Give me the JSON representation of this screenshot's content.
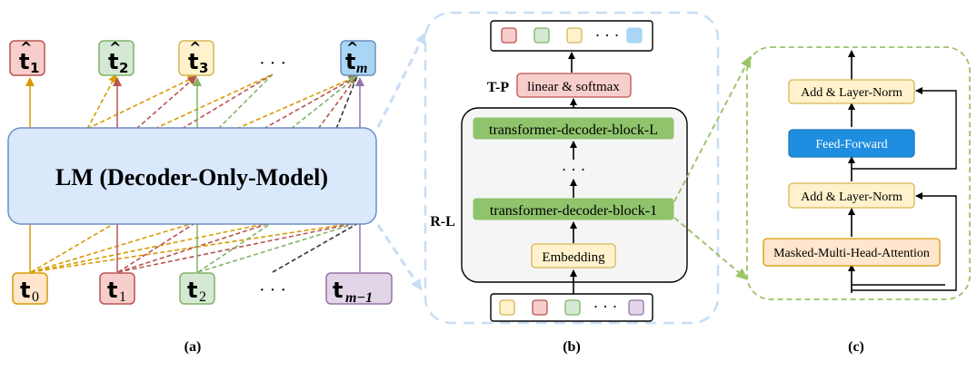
{
  "panel_a": {
    "caption": "(a)",
    "lm_label": "LM (Decoder-Only-Model)",
    "outputs": [
      {
        "base": "t",
        "hat": "^",
        "sub": "1",
        "fill": "#f8cecc",
        "stroke": "#b85450",
        "arrow": "#d79b00"
      },
      {
        "base": "t",
        "hat": "^",
        "sub": "2",
        "fill": "#d5e8d4",
        "stroke": "#82b366",
        "arrow": "#b85450"
      },
      {
        "base": "t",
        "hat": "^",
        "sub": "3",
        "fill": "#fff2cc",
        "stroke": "#d6b656",
        "arrow": "#82b366"
      },
      {
        "base": "t",
        "hat": "^",
        "sub": "m",
        "fill": "#a9d6f5",
        "stroke": "#6c8ebf",
        "arrow": "#9673a6"
      }
    ],
    "inputs": [
      {
        "base": "t",
        "sub": "0",
        "fill": "#ffe6cc",
        "stroke": "#d79b00",
        "line": "#d79b00"
      },
      {
        "base": "t",
        "sub": "1",
        "fill": "#f8cecc",
        "stroke": "#b85450",
        "line": "#b85450"
      },
      {
        "base": "t",
        "sub": "2",
        "fill": "#d5e8d4",
        "stroke": "#82b366",
        "line": "#82b366"
      },
      {
        "base": "t",
        "sub": "m−1",
        "fill": "#e1d5e7",
        "stroke": "#9673a6",
        "line": "#9673a6"
      }
    ],
    "ellipsis": "· · ·"
  },
  "panel_b": {
    "caption": "(b)",
    "tp_label": "T-P",
    "rl_label": "R-L",
    "softmax_label": "linear & softmax",
    "block_top": "transformer-decoder-block-L",
    "block_bottom": "transformer-decoder-block-1",
    "embedding": "Embedding",
    "vdots": "· · ·",
    "row_ellipsis": "· · ·",
    "top_row": [
      {
        "fill": "#f8cecc",
        "stroke": "#b85450"
      },
      {
        "fill": "#d5e8d4",
        "stroke": "#82b366"
      },
      {
        "fill": "#fff2cc",
        "stroke": "#d6b656"
      },
      {
        "fill": "#a9d6f5",
        "stroke": "#a9d6f5"
      }
    ],
    "bottom_row": [
      {
        "fill": "#fff2cc",
        "stroke": "#d6b656"
      },
      {
        "fill": "#f8cecc",
        "stroke": "#b85450"
      },
      {
        "fill": "#d5e8d4",
        "stroke": "#82b366"
      },
      {
        "fill": "#e1d5e7",
        "stroke": "#9673a6"
      }
    ]
  },
  "panel_c": {
    "caption": "(c)",
    "add_norm_top": "Add & Layer-Norm",
    "feed_forward": "Feed-Forward",
    "add_norm_bottom": "Add & Layer-Norm",
    "attention": "Masked-Multi-Head-Attention"
  },
  "colors": {
    "lm_fill": "#dae8fc",
    "lm_stroke": "#6c8ebf",
    "block_fill": "#8fc46c",
    "container_fill": "#f5f5f5",
    "ff_fill": "#1f8ee0",
    "yellow_fill": "#fff2cc",
    "yellow_stroke": "#d6b656",
    "orange_fill": "#ffe6cc",
    "orange_stroke": "#d79b00",
    "dash_blue": "#c7ddf6",
    "dash_green": "#9cc468"
  }
}
